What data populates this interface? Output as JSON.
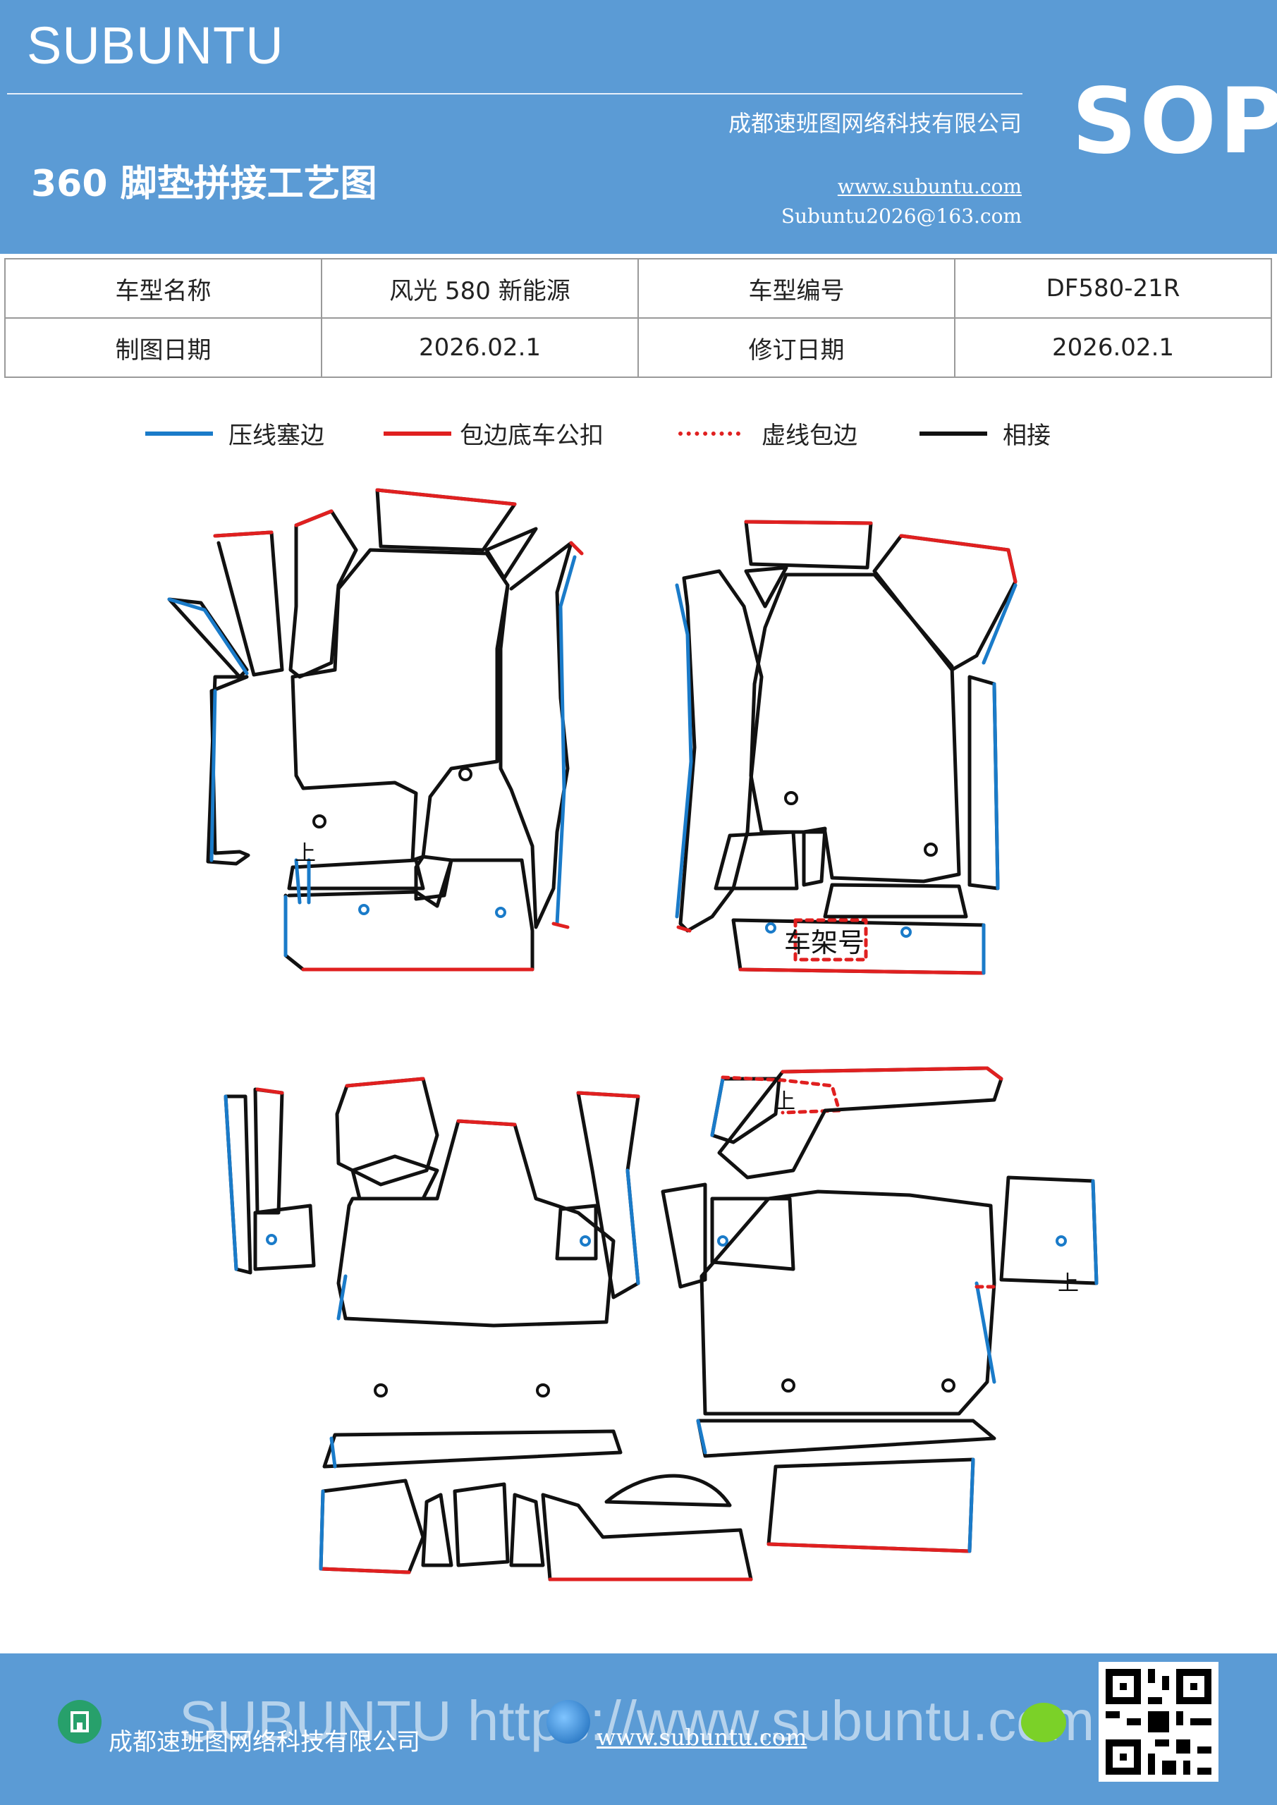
{
  "header": {
    "brand": "SUBUNTU",
    "company": "成都速班图网络科技有限公司",
    "doc_title": "360 脚垫拼接工艺图",
    "doc_type": "SOP",
    "website": "www.subuntu.com",
    "email": "Subuntu2026@163.com",
    "background_color": "#5b9bd5"
  },
  "info_table": {
    "model_name_label": "车型名称",
    "model_name_value": "风光 580 新能源",
    "model_code_label": "车型编号",
    "model_code_value": "DF580-21R",
    "draw_date_label": "制图日期",
    "draw_date_value": "2026.02.1",
    "revise_date_label": "修订日期",
    "revise_date_value": "2026.02.1"
  },
  "legend": [
    {
      "label": "压线塞边",
      "color": "#1a7bc9",
      "style": "solid"
    },
    {
      "label": "包边底车公扣",
      "color": "#e02020",
      "style": "solid"
    },
    {
      "label": "虚线包边",
      "color": "#e02020",
      "style": "dashed"
    },
    {
      "label": "相接",
      "color": "#111111",
      "style": "solid"
    }
  ],
  "diagram": {
    "label_frame_no": "车架号",
    "label_up": "上"
  },
  "footer": {
    "company": "成都速班图网络科技有限公司",
    "website": "www.subuntu.com",
    "watermark": "SUBUNTU https://www.subuntu.com",
    "qr_icon": "qr-code",
    "icons": [
      "building-icon",
      "globe-icon",
      "wechat-icon"
    ]
  }
}
